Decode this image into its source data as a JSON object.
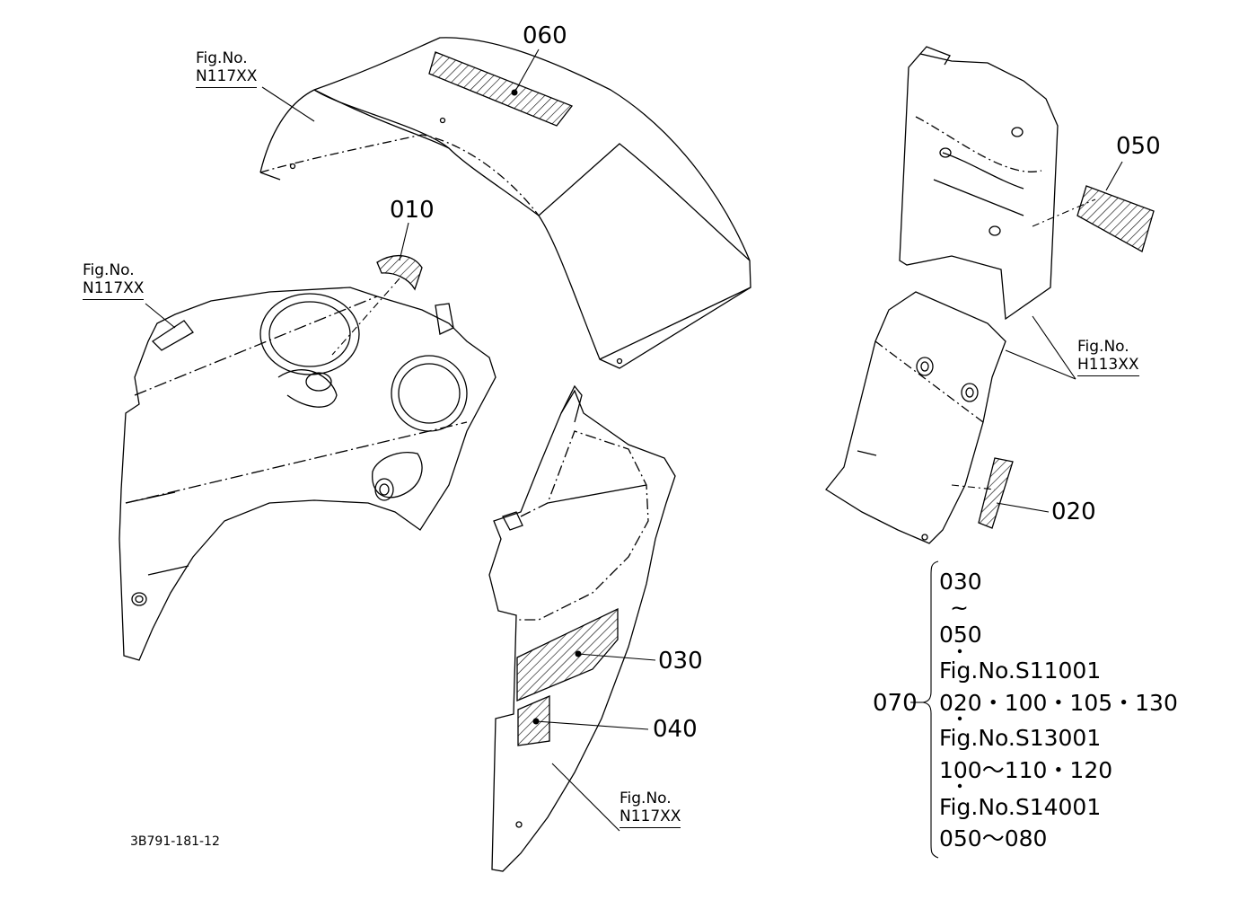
{
  "parts": {
    "p060": "060",
    "p010": "010",
    "p050": "050",
    "p020": "020",
    "p030": "030",
    "p040": "040",
    "p070": "070"
  },
  "fig_refs": {
    "top_left": {
      "line1": "Fig.No.",
      "line2": "N117XX"
    },
    "mid_left": {
      "line1": "Fig.No.",
      "line2": "N117XX"
    },
    "bottom": {
      "line1": "Fig.No.",
      "line2": "N117XX"
    },
    "right": {
      "line1": "Fig.No.",
      "line2": "H113XX"
    }
  },
  "bracket_list": [
    "030",
    "~",
    "050",
    "Fig.No.S11001",
    "020・100・105・130",
    "Fig.No.S13001",
    "100～110・120",
    "Fig.No.S14001",
    "050～080"
  ],
  "drawing_code": "3B791-181-12"
}
